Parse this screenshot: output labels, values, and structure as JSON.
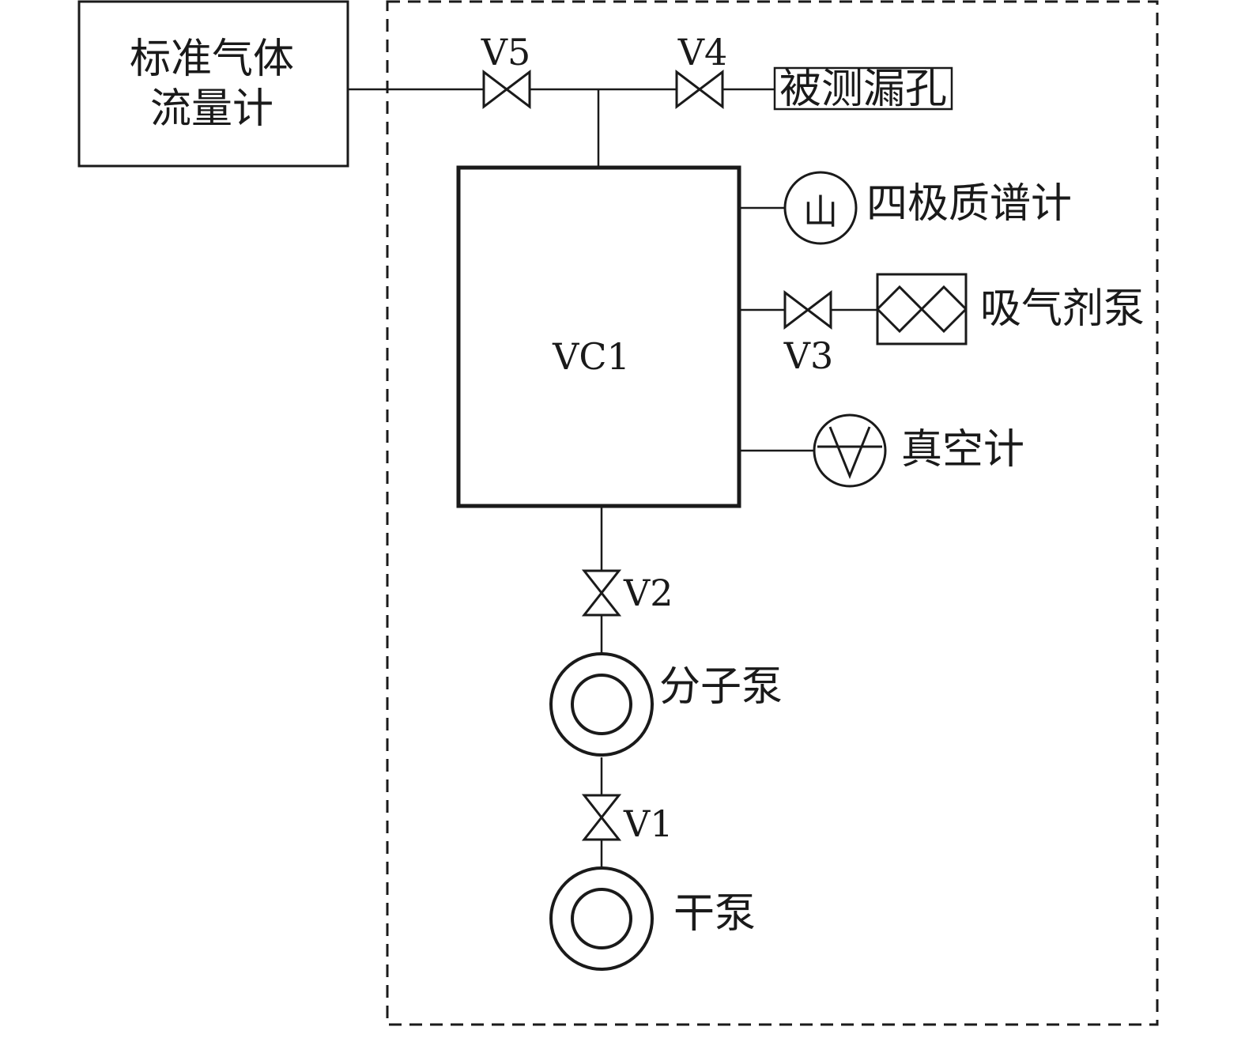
{
  "labels": {
    "flowmeter_line1": "标准气体",
    "flowmeter_line2": "流量计",
    "test_leak": "被测漏孔",
    "chamber": "VC1",
    "qms": "四极质谱计",
    "getter_pump": "吸气剂泵",
    "vacuum_gauge": "真空计",
    "molecular_pump": "分子泵",
    "dry_pump": "干泵",
    "v1": "V1",
    "v2": "V2",
    "v3": "V3",
    "v4": "V4",
    "v5": "V5",
    "qms_symbol": "山"
  },
  "colors": {
    "line": "#1a1a1a",
    "background": "#ffffff"
  }
}
